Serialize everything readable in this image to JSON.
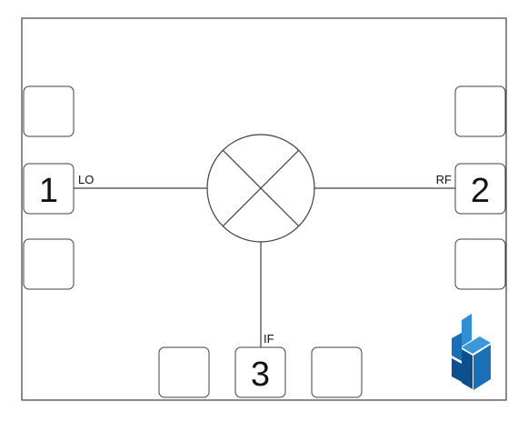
{
  "pins": [
    {
      "number": "1",
      "label": "LO"
    },
    {
      "number": "2",
      "label": "RF"
    },
    {
      "number": "3",
      "label": "IF"
    }
  ],
  "logo": {
    "name": "manufacturer-logo",
    "colors": [
      "#1a6fb5",
      "#0d4f8f",
      "#2f8fd6"
    ]
  }
}
